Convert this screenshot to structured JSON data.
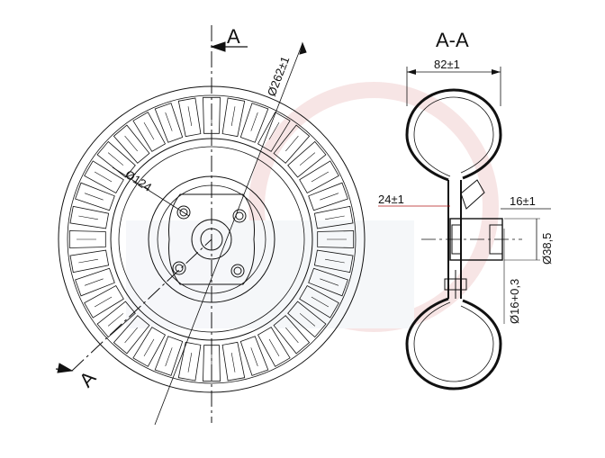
{
  "section_mark": "A",
  "section_title": "A-A",
  "dims": {
    "outer_dia": "Ø262±1",
    "bolt_circle": "Ø124",
    "width": "82±1",
    "hub_offset": "24±1",
    "bearing_width": "16±1",
    "bearing_od": "Ø38,5",
    "bore": "Ø16+0,3"
  },
  "colors": {
    "line": "#111111",
    "watermark": "#e0a6a6",
    "watermark_light": "#eef1f5",
    "leader_red": "#b01818"
  }
}
